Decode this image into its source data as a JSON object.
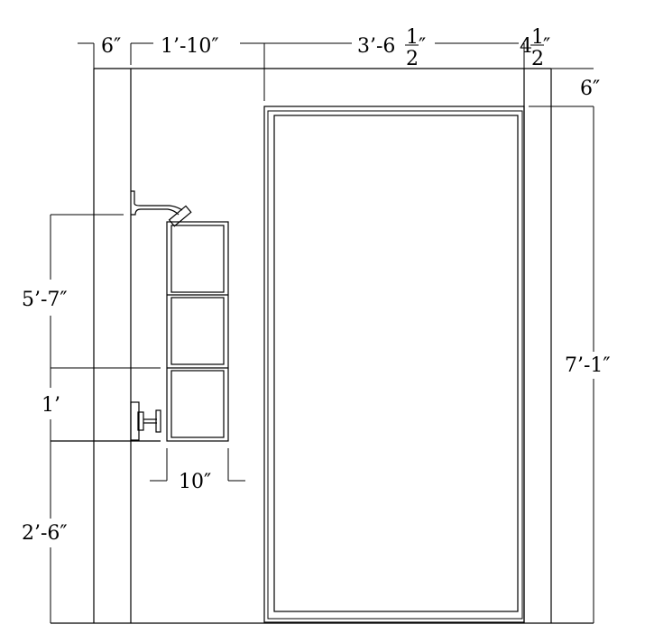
{
  "drawing": {
    "dims_top": {
      "left_jamb": "6″",
      "left_panel": "1’-10″",
      "opening_main": "3’-6",
      "opening_frac_num": "1",
      "opening_frac_den": "2",
      "right_jamb": "4",
      "right_frac_num": "1",
      "right_frac_den": "2",
      "right_unit": "″"
    },
    "dims_right": {
      "header": "6″",
      "overall_height": "7’-1″"
    },
    "dims_left": {
      "shower_head": "5’-7″",
      "valve_offset": "1’",
      "valve_height": "2’-6″"
    },
    "dims_bottom": {
      "niche_width": "10″"
    }
  }
}
